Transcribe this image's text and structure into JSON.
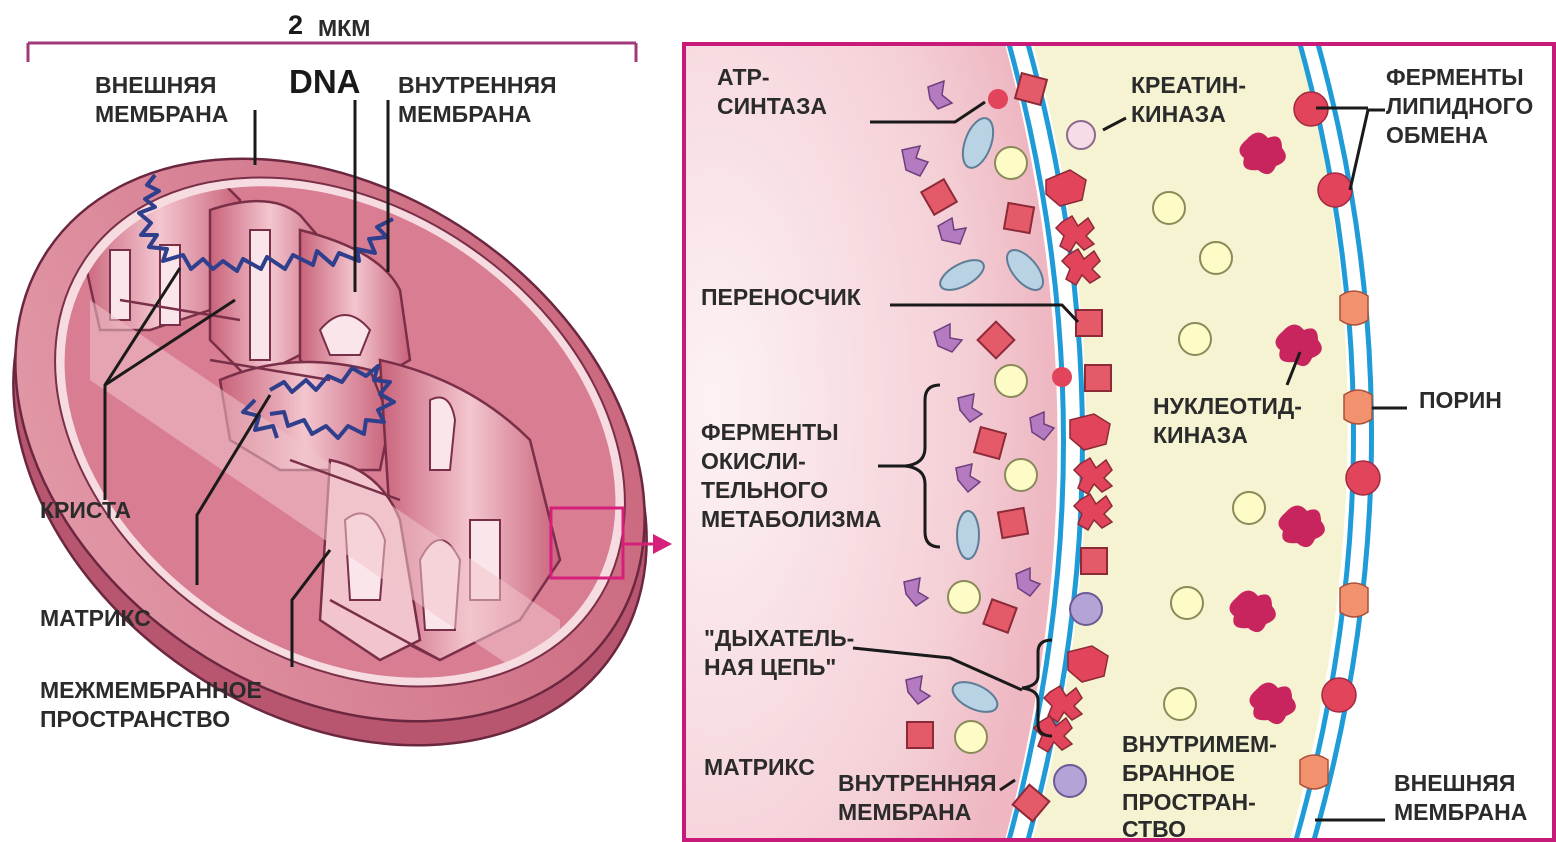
{
  "scale_bar": {
    "value": "2",
    "unit": "МКМ"
  },
  "overview": {
    "dna": "DNA",
    "outer_membrane": [
      "ВНЕШНЯЯ",
      "МЕМБРАНА"
    ],
    "inner_membrane": [
      "ВНУТРЕННЯЯ",
      "МЕМБРАНА"
    ],
    "crista": "КРИСТА",
    "matrix": "МАТРИКС",
    "intermembrane_space": [
      "МЕЖМЕМБРАННОЕ",
      "ПРОСТРАНСТВО"
    ]
  },
  "detail": {
    "atp_synthase": [
      "АТР-",
      "СИНТАЗА"
    ],
    "creatine_kinase": [
      "КРЕАТИН-",
      "КИНАЗА"
    ],
    "lipid_enzymes": [
      "ФЕРМЕНТЫ",
      "ЛИПИДНОГО",
      "ОБМЕНА"
    ],
    "carrier": "ПЕРЕНОСЧИК",
    "nucleotide_kinase": [
      "НУКЛЕОТИД-",
      "КИНАЗА"
    ],
    "porin": "ПОРИН",
    "oxidative_enzymes": [
      "ФЕРМЕНТЫ",
      "ОКИСЛИ-",
      "ТЕЛЬНОГО",
      "МЕТАБОЛИЗМА"
    ],
    "respiratory_chain": [
      "\"ДЫХАТЕЛЬ-",
      "НАЯ ЦЕПЬ\""
    ],
    "matrix": "МАТРИКС",
    "inner_membrane": [
      "ВНУТРЕННЯЯ",
      "МЕМБРАНА"
    ],
    "intermembrane_space": [
      "ВНУТРИМЕМ-",
      "БРАННОЕ",
      "ПРОСТРАН-",
      "СТВО"
    ],
    "outer_membrane": [
      "ВНЕШНЯЯ",
      "МЕМБРАНА"
    ]
  },
  "colors": {
    "frame": "#c81a78",
    "membrane_blue": "#1f9bd7",
    "mito_pink": "#d27087",
    "dna_blue": "#2f3f8c"
  }
}
